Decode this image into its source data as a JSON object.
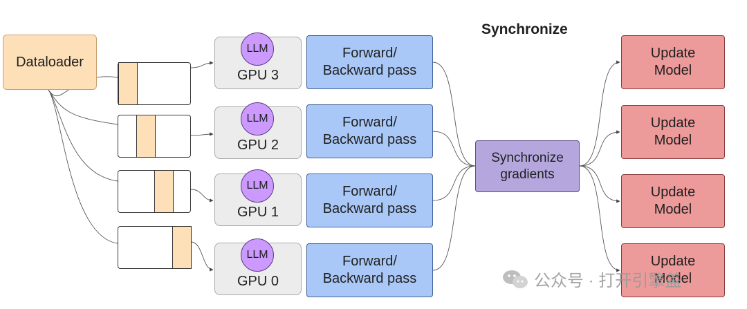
{
  "header": {
    "title": "Synchronize"
  },
  "dataloader": {
    "label": "Dataloader"
  },
  "shards": [
    {
      "segment_start_fraction": 0.0
    },
    {
      "segment_start_fraction": 0.25
    },
    {
      "segment_start_fraction": 0.5
    },
    {
      "segment_start_fraction": 0.75
    }
  ],
  "gpus": [
    {
      "label": "GPU 3",
      "model": "LLM"
    },
    {
      "label": "GPU 2",
      "model": "LLM"
    },
    {
      "label": "GPU 1",
      "model": "LLM"
    },
    {
      "label": "GPU 0",
      "model": "LLM"
    }
  ],
  "passes": [
    {
      "line1": "Forward/",
      "line2": "Backward pass"
    },
    {
      "line1": "Forward/",
      "line2": "Backward pass"
    },
    {
      "line1": "Forward/",
      "line2": "Backward pass"
    },
    {
      "line1": "Forward/",
      "line2": "Backward pass"
    }
  ],
  "sync": {
    "line1": "Synchronize",
    "line2": "gradients"
  },
  "updates": [
    {
      "line1": "Update",
      "line2": "Model"
    },
    {
      "line1": "Update",
      "line2": "Model"
    },
    {
      "line1": "Update",
      "line2": "Model"
    },
    {
      "line1": "Update",
      "line2": "Model"
    }
  ],
  "watermark": {
    "text": "公众号 · 打开引擎盖"
  },
  "colors": {
    "dataloader": "#fde0b8",
    "gpu": "#ececec",
    "llm": "#cc99ff",
    "forward_backward": "#a9c8f7",
    "sync": "#b5a7de",
    "update": "#ed9a9a"
  }
}
